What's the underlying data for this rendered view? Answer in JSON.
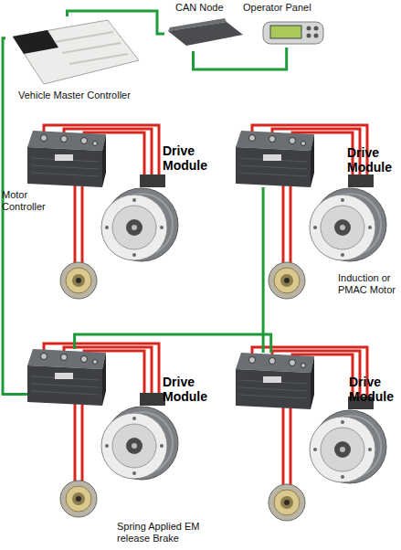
{
  "diagram": {
    "nodes": [
      {
        "text": [
          "Vehicle Master Controller"
        ]
      },
      {
        "text": [
          "CAN Node"
        ]
      },
      {
        "text": [
          "Operator Panel"
        ]
      },
      {
        "text": [
          "Drive Module"
        ]
      },
      {
        "text": [
          "Drive Module"
        ]
      },
      {
        "text": [
          "Drive Module"
        ]
      },
      {
        "text": [
          "Drive Module"
        ]
      }
    ],
    "edges": [
      {
        "from": 0,
        "to": 1,
        "arrow": "none"
      },
      {
        "from": 1,
        "to": 2,
        "arrow": "none"
      },
      {
        "from": 0,
        "to": 5,
        "arrow": "none"
      },
      {
        "from": 5,
        "to": 6,
        "arrow": "none"
      },
      {
        "from": 4,
        "to": 6,
        "arrow": "none"
      }
    ],
    "labels": [
      "Motor Controller",
      "Induction or PMAC Motor",
      "Spring Applied EM release Brake"
    ]
  }
}
